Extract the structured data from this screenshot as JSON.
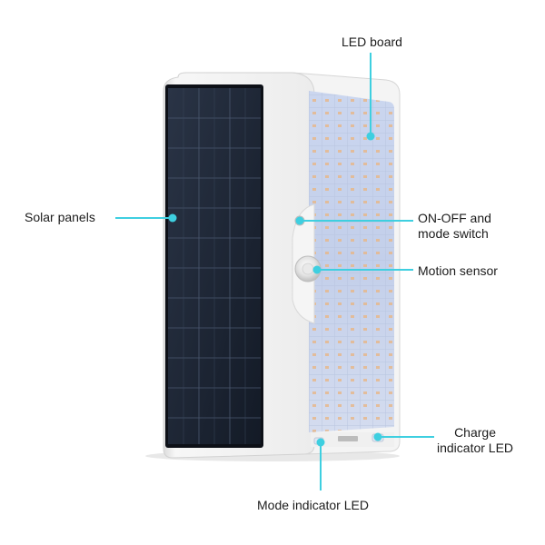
{
  "image": {
    "subject": "solar-wall-light",
    "colors": {
      "accent": "#3ecfe0",
      "housing": "#f2f2f2",
      "panel": "#1e2a3a",
      "led_board": "#c9d6f0",
      "led_warm": "#e8b98a"
    }
  },
  "callouts": {
    "led_board": "LED board",
    "solar_panels": "Solar panels",
    "switch": {
      "line1": "ON-OFF and",
      "line2": "mode switch"
    },
    "motion_sensor": "Motion sensor",
    "charge_led": {
      "line1": "Charge",
      "line2": "indicator LED"
    },
    "mode_led": "Mode indicator LED"
  }
}
